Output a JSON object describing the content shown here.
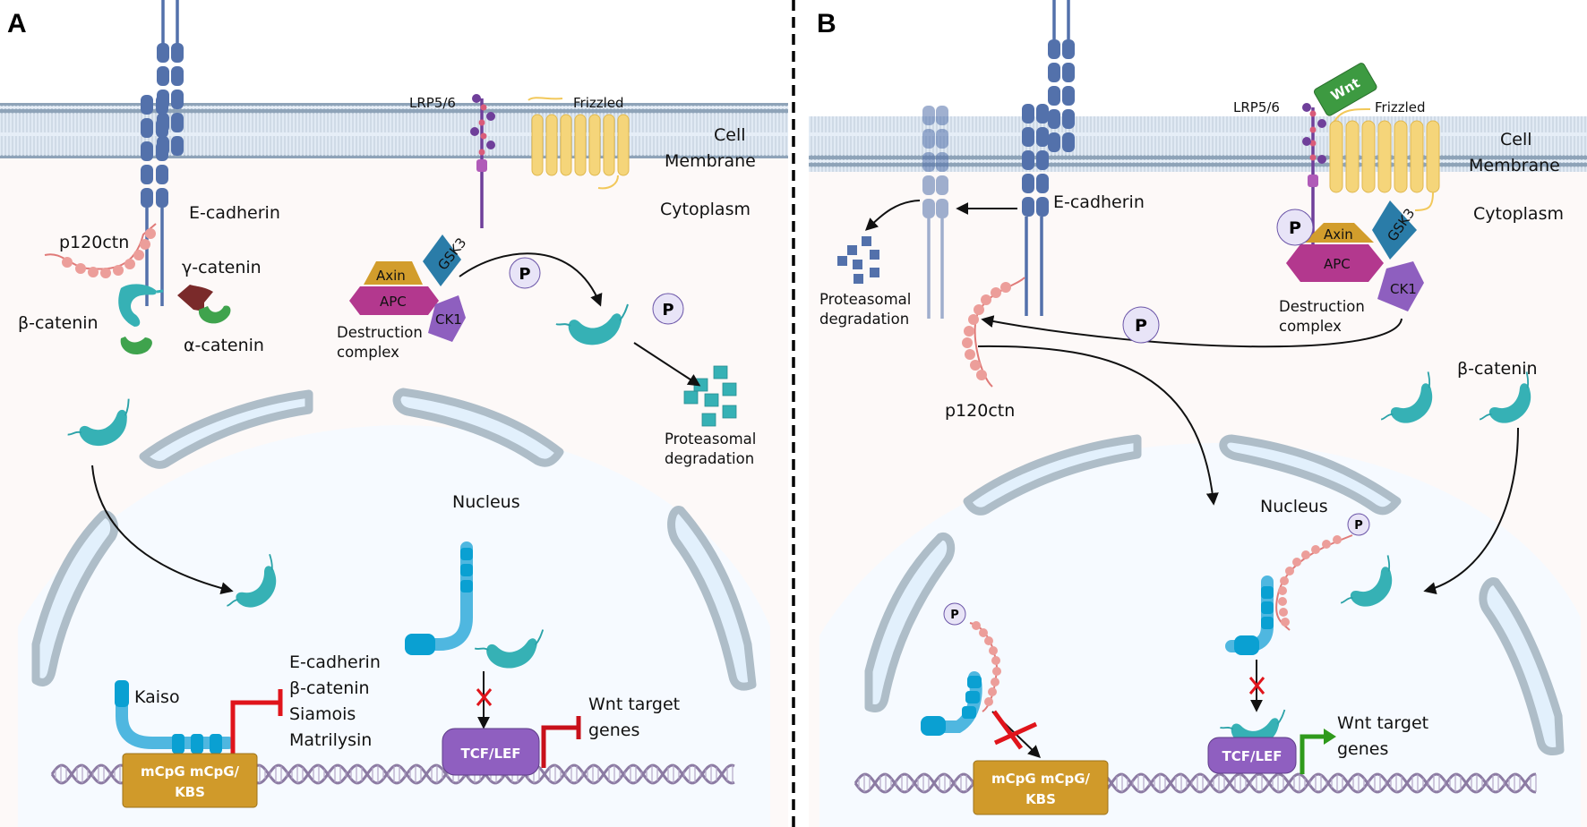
{
  "colors": {
    "membrane": "#8ea3b8",
    "cytoplasm": "#fdf9f8",
    "nucleoplasm": "#f6faff",
    "nuclear_envelope": "#aebdc8",
    "cadherin": "#5371ab",
    "cadherin_faded": "#9fb2d2",
    "p120": "#ec9e9a",
    "beta_catenin": "#36b1b5",
    "alpha_catenin": "#3fa34d",
    "gamma_catenin": "#7a2a2a",
    "kaiso": "#0aa0d2",
    "axin": "#d29d2c",
    "apc": "#b3388e",
    "gsk3": "#2a7ca8",
    "ck1": "#8e5fbf",
    "tcf_lef": "#8f5fc0",
    "mcpg_box": "#d09a2a",
    "frizzled": "#f5d57a",
    "lrp": "#6f3f9a",
    "wnt": "#3d9a41",
    "inhibition": "#e0141b",
    "activation": "#2f9a1c",
    "dna": "#8c7ba3"
  },
  "panel_a": {
    "letter": "A",
    "labels": {
      "e_cadherin": "E-cadherin",
      "p120ctn": "p120ctn",
      "gamma_catenin": "γ-catenin",
      "beta_catenin": "β-catenin",
      "alpha_catenin": "α-catenin",
      "lrp": "LRP5/6",
      "frizzled": "Frizzled",
      "cell": "Cell",
      "membrane": "Membrane",
      "cytoplasm": "Cytoplasm",
      "destruction_1": "Destruction",
      "destruction_2": "complex",
      "proteasomal_1": "Proteasomal",
      "proteasomal_2": "degradation",
      "nucleus": "Nucleus",
      "kaiso": "Kaiso",
      "wnt_target_1": "Wnt target",
      "wnt_target_2": "genes",
      "repressed_genes": [
        "E-cadherin",
        "β-catenin",
        "Siamois",
        "Matrilysin"
      ]
    },
    "complex": {
      "axin": "Axin",
      "apc": "APC",
      "gsk3": "GSK3",
      "ck1": "CK1"
    },
    "boxes": {
      "mcpg_1": "mCpG mCpG/",
      "mcpg_2": "KBS",
      "tcf": "TCF/LEF"
    },
    "phospho": "P"
  },
  "panel_b": {
    "letter": "B",
    "labels": {
      "e_cadherin": "E-cadherin",
      "p120ctn": "p120ctn",
      "beta_catenin": "β-catenin",
      "lrp": "LRP5/6",
      "frizzled": "Frizzled",
      "wnt": "Wnt",
      "cell": "Cell",
      "membrane": "Membrane",
      "cytoplasm": "Cytoplasm",
      "destruction_1": "Destruction",
      "destruction_2": "complex",
      "proteasomal_1": "Proteasomal",
      "proteasomal_2": "degradation",
      "nucleus": "Nucleus",
      "wnt_target_1": "Wnt target",
      "wnt_target_2": "genes"
    },
    "complex": {
      "axin": "Axin",
      "apc": "APC",
      "gsk3": "GSK3",
      "ck1": "CK1"
    },
    "boxes": {
      "mcpg_1": "mCpG mCpG/",
      "mcpg_2": "KBS",
      "tcf": "TCF/LEF"
    },
    "phospho": "P"
  }
}
